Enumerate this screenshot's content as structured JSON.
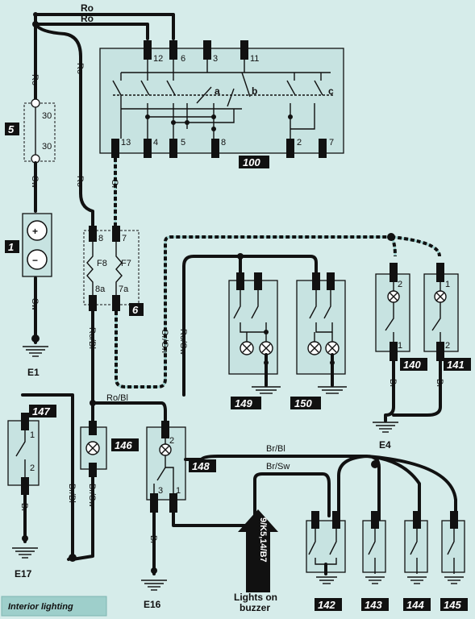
{
  "title": "Interior lighting",
  "components": {
    "c1": "1",
    "c5": "5",
    "c6": "6",
    "c100": "100",
    "c140": "140",
    "c141": "141",
    "c142": "142",
    "c143": "143",
    "c144": "144",
    "c145": "145",
    "c146": "146",
    "c147": "147",
    "c148": "148",
    "c149": "149",
    "c150": "150"
  },
  "grounds": {
    "e1": "E1",
    "e4": "E4",
    "e16": "E16",
    "e17": "E17"
  },
  "wires": {
    "ro_top1": "Ro",
    "ro_top2": "Ro",
    "ro_left": "Ro",
    "ro_mid": "Ro",
    "ro_low": "Ro",
    "sw1": "Sw",
    "sw2": "Sw",
    "gr": "Gr",
    "robl1": "Ro/Bl",
    "robl2": "Ro/Bl",
    "grgn": "Gr/Gn",
    "rosw": "Ro/Sw",
    "brbl1": "Br/Bl",
    "brbl2": "Br/Bl",
    "brsw1": "Br/Sw",
    "brsw2": "Br/Sw",
    "br1": "Br",
    "br2": "Br",
    "br3": "Br",
    "br4": "Br"
  },
  "pins": {
    "p12": "12",
    "p6": "6",
    "p3": "3",
    "p11": "11",
    "p13": "13",
    "p4": "4",
    "p5": "5",
    "p8": "8",
    "p2": "2",
    "p7": "7",
    "a": "a",
    "b": "b",
    "c": "c",
    "f30a": "30",
    "f30b": "30",
    "fu8": "8",
    "fu7": "7",
    "fu8a": "8a",
    "fu7a": "7a",
    "f8": "F8",
    "f7": "F7",
    "e140_2": "2",
    "e140_1": "1",
    "e141_1": "1",
    "e141_2": "2",
    "e147_1": "1",
    "e147_2": "2",
    "e148_2": "2",
    "e148_3": "3",
    "e148_1": "1"
  },
  "battery": {
    "plus": "+",
    "minus": "−"
  },
  "reference": {
    "code": "9/K5,14/B7",
    "text1": "Lights on",
    "text2": "buzzer"
  }
}
